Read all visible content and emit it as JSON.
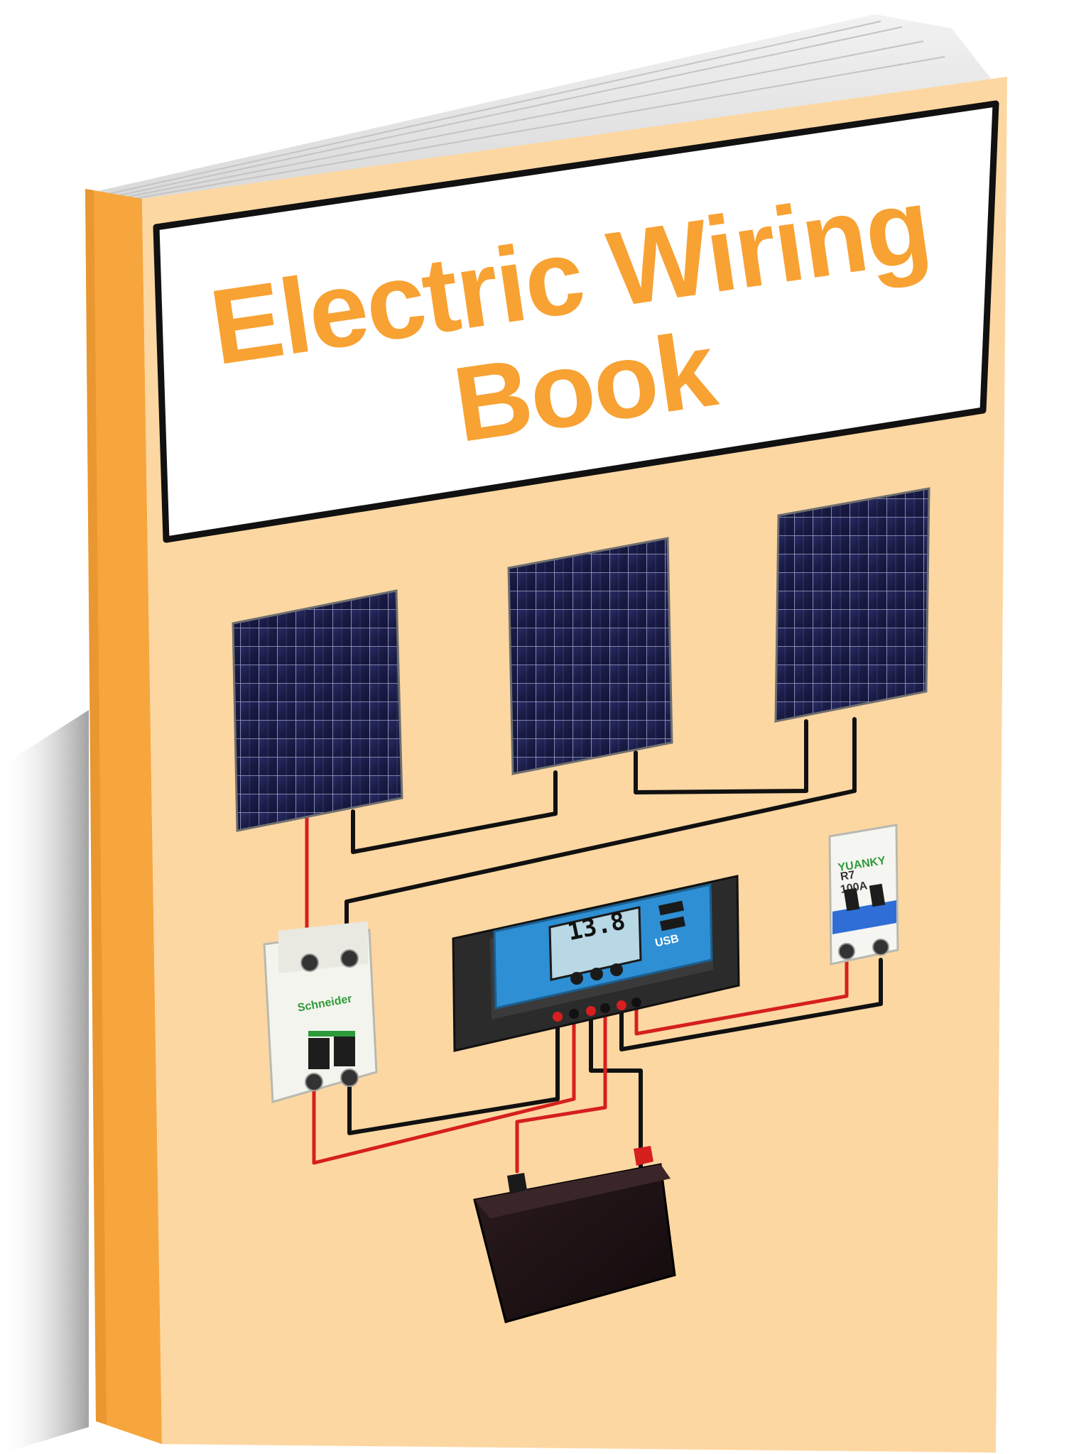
{
  "cover": {
    "title_line1": "Electric Wiring",
    "title_line2": "Book"
  },
  "device_labels": {
    "left_breaker_brand": "Schneider",
    "right_breaker_brand": "YUANKY",
    "right_breaker_model": "R7",
    "right_breaker_rating": "100A",
    "controller_display_value": "13.8",
    "controller_usb_label": "USB"
  },
  "colors": {
    "cover_peach": "#fdd7a2",
    "spine_orange": "#f7a63e",
    "title_orange": "#f7a233",
    "panel_navy": "#1c1f4a",
    "controller_blue": "#2e8fd4",
    "wire_red": "#d61f1f",
    "wire_black": "#111111"
  }
}
